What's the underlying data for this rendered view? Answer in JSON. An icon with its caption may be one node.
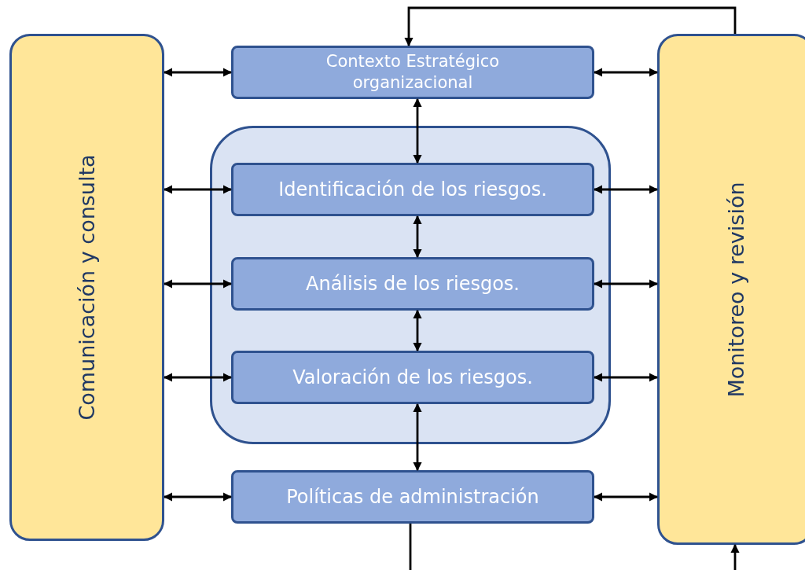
{
  "diagram": {
    "nodes": [
      {
        "text": [
          "Comunicación y consulta"
        ]
      },
      {
        "text": [
          "Contexto Estratégico organizacional"
        ]
      },
      {
        "text": [],
        "shape": "box"
      },
      {
        "text": [
          "Identificación de los riesgos."
        ],
        "in": 2
      },
      {
        "text": [
          "Análisis de los riesgos."
        ],
        "in": 2
      },
      {
        "text": [
          "Valoración de los riesgos."
        ],
        "in": 2
      },
      {
        "text": [
          "Políticas de administración"
        ]
      },
      {
        "text": [
          "Monitoreo y revisión"
        ]
      }
    ],
    "edges": [
      {
        "from": 0,
        "to": 1,
        "arrow": "both"
      },
      {
        "from": 0,
        "to": 3,
        "arrow": "both"
      },
      {
        "from": 0,
        "to": 4,
        "arrow": "both"
      },
      {
        "from": 0,
        "to": 5,
        "arrow": "both"
      },
      {
        "from": 0,
        "to": 6,
        "arrow": "both"
      },
      {
        "from": 1,
        "to": 7,
        "arrow": "both"
      },
      {
        "from": 3,
        "to": 7,
        "arrow": "both"
      },
      {
        "from": 4,
        "to": 7,
        "arrow": "both"
      },
      {
        "from": 5,
        "to": 7,
        "arrow": "both"
      },
      {
        "from": 6,
        "to": 7,
        "arrow": "both"
      },
      {
        "from": 1,
        "to": 3,
        "arrow": "both"
      },
      {
        "from": 3,
        "to": 4,
        "arrow": "both"
      },
      {
        "from": 4,
        "to": 5,
        "arrow": "both"
      },
      {
        "from": 5,
        "to": 6,
        "arrow": "both"
      },
      {
        "from": 7,
        "to": 1,
        "arrow": "to"
      },
      {
        "from": 6,
        "to": null,
        "arrow": "none"
      },
      {
        "from": null,
        "to": 7,
        "arrow": "to"
      }
    ]
  }
}
